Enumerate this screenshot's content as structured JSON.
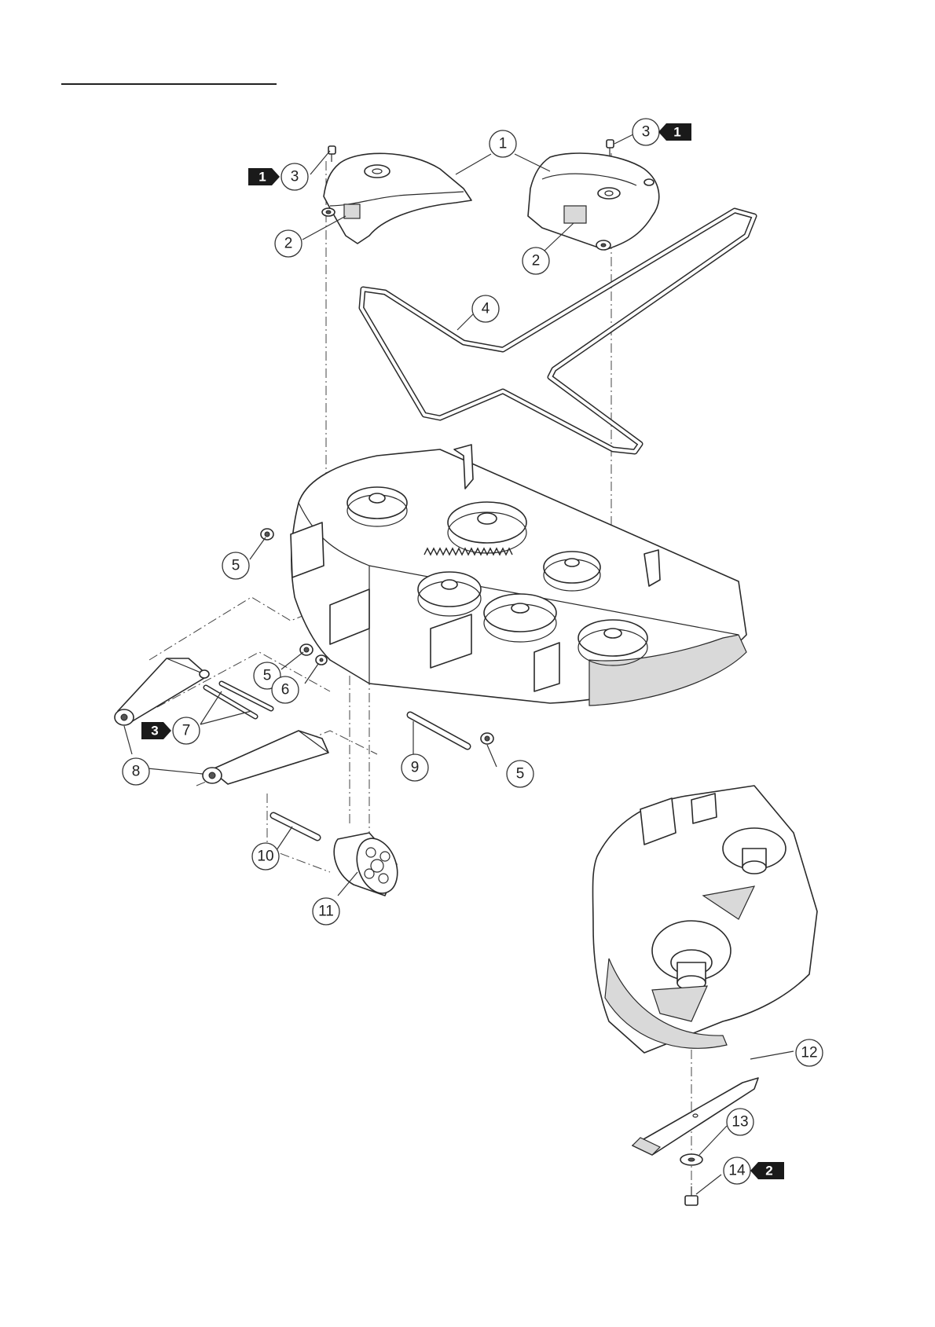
{
  "callouts": [
    {
      "label": "1"
    },
    {
      "label": "1"
    },
    {
      "label": "2"
    },
    {
      "label": "2"
    },
    {
      "label": "3"
    },
    {
      "label": "3"
    },
    {
      "label": "4"
    },
    {
      "label": "5"
    },
    {
      "label": "5"
    },
    {
      "label": "5"
    },
    {
      "label": "6"
    },
    {
      "label": "7"
    },
    {
      "label": "8"
    },
    {
      "label": "9"
    },
    {
      "label": "10"
    },
    {
      "label": "11"
    },
    {
      "label": "12"
    },
    {
      "label": "13"
    },
    {
      "label": "14"
    }
  ],
  "tags": [
    {
      "label": "1"
    },
    {
      "label": "1"
    },
    {
      "label": "3"
    },
    {
      "label": "2"
    }
  ],
  "colors": {
    "line": "#2a2a2a",
    "tag": "#1a1a1a",
    "background": "#ffffff"
  }
}
